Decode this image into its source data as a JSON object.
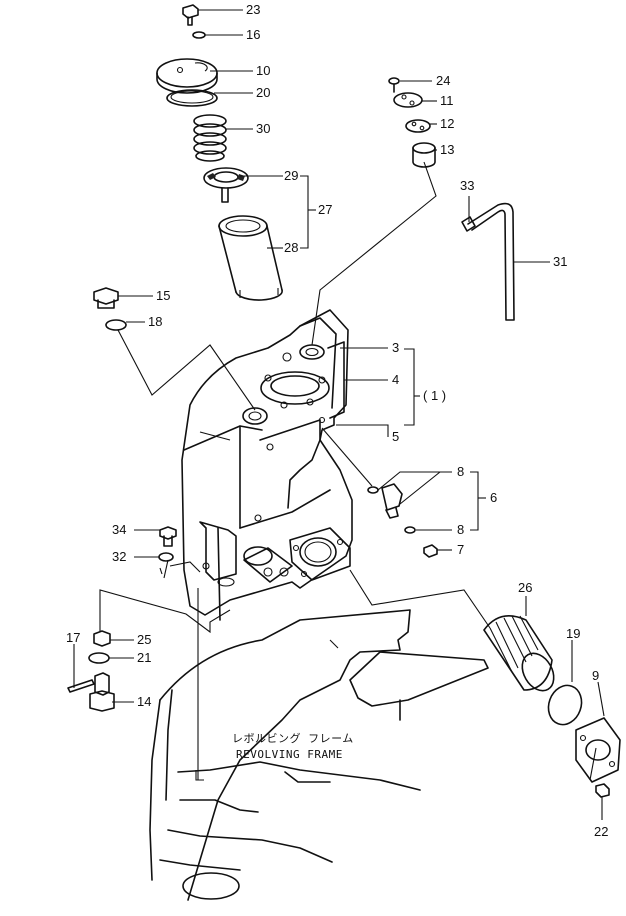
{
  "labels": {
    "l23": "23",
    "l16": "16",
    "l10": "10",
    "l20": "20",
    "l30": "30",
    "l29": "29",
    "l27": "27",
    "l28": "28",
    "l24": "24",
    "l11": "11",
    "l12": "12",
    "l13": "13",
    "l33": "33",
    "l31": "31",
    "l15": "15",
    "l18": "18",
    "l3": "3",
    "l4": "4",
    "l1": "( 1 )",
    "l5": "5",
    "l8a": "8",
    "l6": "6",
    "l8b": "8",
    "l7": "7",
    "l34": "34",
    "l32": "32",
    "l26": "26",
    "l19": "19",
    "l9": "9",
    "l17": "17",
    "l25": "25",
    "l21": "21",
    "l14": "14",
    "l22": "22"
  },
  "frame_text": {
    "japanese": "レボルビング フレーム",
    "english": "REVOLVING FRAME"
  }
}
